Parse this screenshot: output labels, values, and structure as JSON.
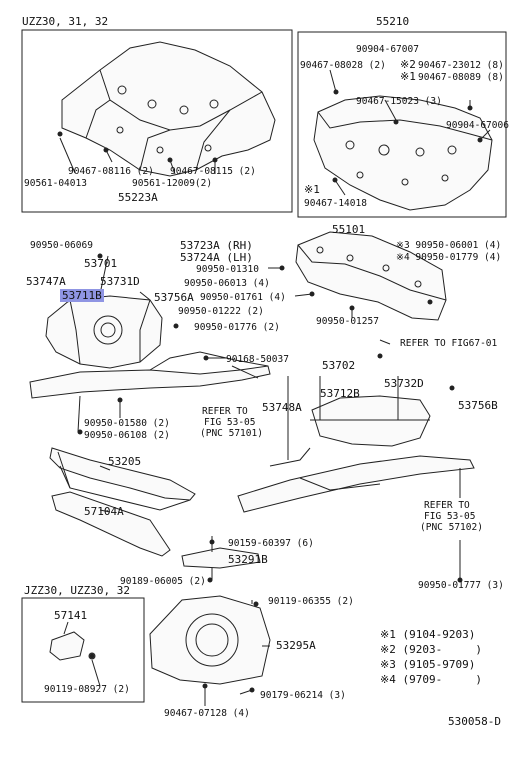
{
  "boxes": {
    "tl_title": "UZZ30, 31, 32",
    "tr_title": "55210",
    "bl_title": "JZZ30, UZZ30, 32"
  },
  "parts": {
    "p55223A": "55223A",
    "p90561_04013": "90561-04013",
    "p90467_08116": "90467-08116 (2)",
    "p90561_12009": "90561-12009(2)",
    "p90467_08115": "90467-08115 (2)",
    "p90904_67007": "90904-67007",
    "p90467_08028": "90467-08028 (2)",
    "p90467_23012": "90467-23012 (8)",
    "p90467_08089": "90467-08089 (8)",
    "p90467_15023": "90467-15023 (3)",
    "p90904_67006": "90904-67006",
    "p90467_14018": "90467-14018",
    "mark2": "※2",
    "mark1a": "※1",
    "mark1b": "※1",
    "p90950_06069": "90950-06069",
    "p53701": "53701",
    "p53747A": "53747A",
    "p53731D": "53731D",
    "p53711B": "53711B",
    "p53756A": "53756A",
    "p53723A": "53723A (RH)",
    "p53724A": "53724A (LH)",
    "p90950_01310": "90950-01310",
    "p90950_06013": "90950-06013 (4)",
    "p90950_01761": "90950-01761 (4)",
    "p90950_01222": "90950-01222 (2)",
    "p90950_01776": "90950-01776 (2)",
    "p55101": "55101",
    "p90950_06001": "※3 90950-06001 (4)",
    "p90950_01779": "※4 90950-01779 (4)",
    "p90950_01257": "90950-01257",
    "refer_67": "REFER TO FIG67-01",
    "p90168_50037": "90168-50037",
    "p53702": "53702",
    "p53712B": "53712B",
    "p53732D": "53732D",
    "p53748A": "53748A",
    "p53756B": "53756B",
    "p90950_01580": "90950-01580 (2)",
    "p90950_06108": "90950-06108 (2)",
    "refer_a1": "REFER TO",
    "refer_a2": "FIG 53-05",
    "refer_a3": "(PNC 57101)",
    "p53205": "53205",
    "p57104A": "57104A",
    "refer_b1": "REFER TO",
    "refer_b2": "FIG 53-05",
    "refer_b3": "(PNC 57102)",
    "p90159_60397": "90159-60397 (6)",
    "p53291B": "53291B",
    "p90189_06005": "90189-06005 (2)",
    "p90119_06355": "90119-06355 (2)",
    "p90950_01777": "90950-01777 (3)",
    "p57141": "57141",
    "p90119_08927": "90119-08927 (2)",
    "p53295A": "53295A",
    "p90179_06214": "90179-06214 (3)",
    "p90467_07128": "90467-07128 (4)"
  },
  "legend": [
    {
      "mark": "※1",
      "range": "(9104-9203)"
    },
    {
      "mark": "※2",
      "range": "(9203-     )"
    },
    {
      "mark": "※3",
      "range": "(9105-9709)"
    },
    {
      "mark": "※4",
      "range": "(9709-     )"
    }
  ],
  "figure_code": "530058-D"
}
